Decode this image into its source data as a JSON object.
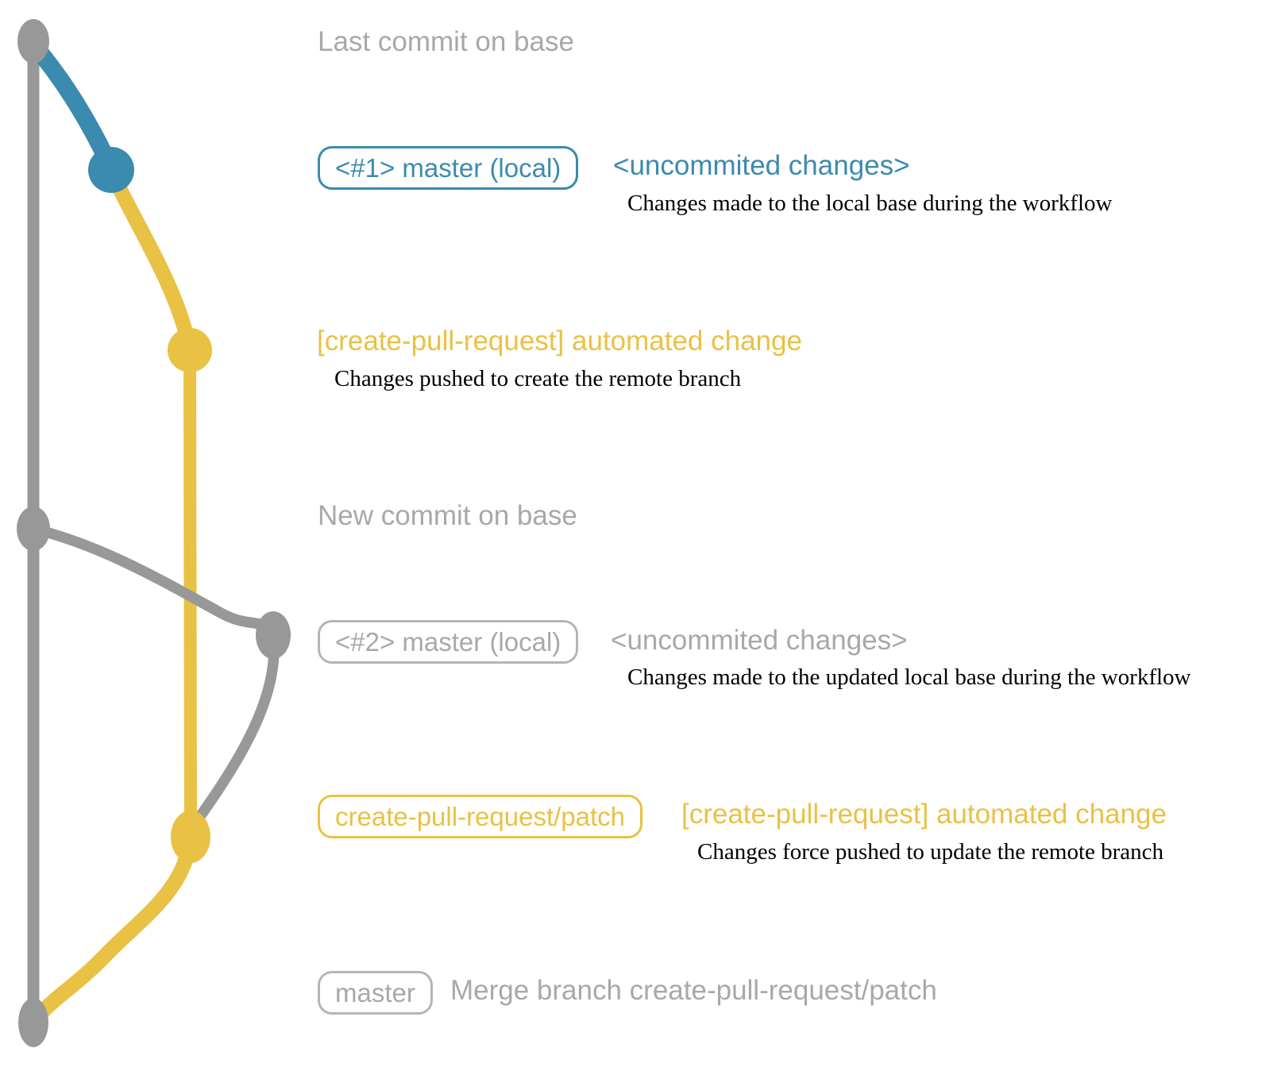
{
  "palette": {
    "blue": "#3b8aaf",
    "yellow": "#e9c144",
    "gray": "#989898",
    "text_gray": "#a8a8a8",
    "border_gray": "#b5b5b5",
    "ink": "#000000"
  },
  "graph": {
    "node_colors": [
      "gray",
      "blue",
      "yellow",
      "gray",
      "gray",
      "yellow",
      "gray"
    ],
    "node_count": 7
  },
  "rows": {
    "last_commit": {
      "label": "Last commit on base"
    },
    "first_local": {
      "badge": "<#1> master (local)",
      "note": "<uncommited changes>",
      "desc": "Changes made to the local base during the workflow"
    },
    "first_push": {
      "heading": "[create-pull-request] automated change",
      "desc": "Changes pushed to create the remote branch"
    },
    "new_commit": {
      "label": "New commit on base"
    },
    "second_local": {
      "badge": "<#2> master (local)",
      "note": "<uncommited changes>",
      "desc": "Changes made to the updated local base during the workflow"
    },
    "force_push": {
      "badge": "create-pull-request/patch",
      "heading": "[create-pull-request] automated change",
      "desc": "Changes force pushed to update the remote branch"
    },
    "merge": {
      "badge": "master",
      "label": "Merge branch create-pull-request/patch"
    }
  }
}
